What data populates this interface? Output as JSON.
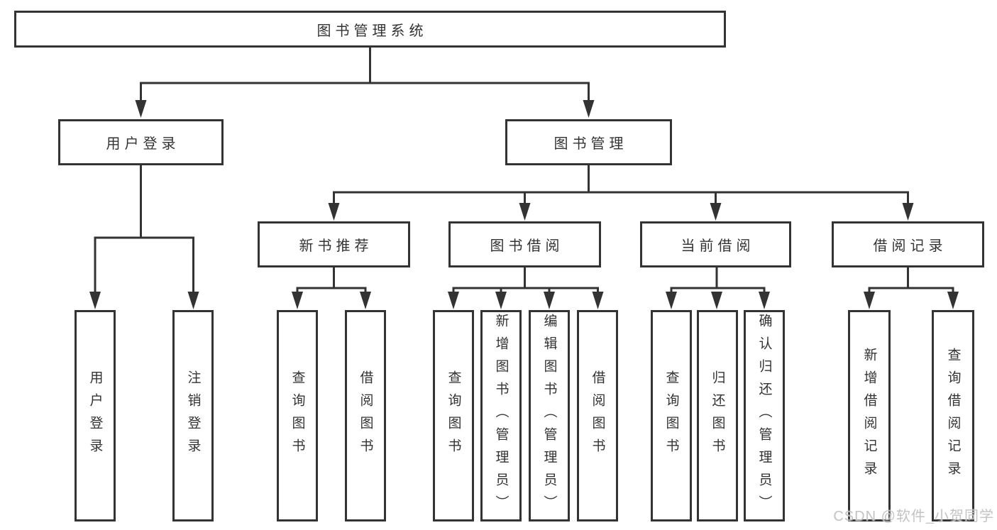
{
  "nodes": {
    "root": "图书管理系统",
    "user_login": "用户登录",
    "book_management": "图书管理",
    "new_book_recommend": "新书推荐",
    "book_borrow": "图书借阅",
    "current_borrow": "当前借阅",
    "borrow_records": "借阅记录",
    "leaves": {
      "user_login": [
        "用户登录",
        "注销登录"
      ],
      "new_book_recommend": [
        "查询图书",
        "借阅图书"
      ],
      "book_borrow": [
        "查询图书",
        "新增图书（管理员）",
        "编辑图书（管理员）",
        "借阅图书"
      ],
      "current_borrow": [
        "查询图书",
        "归还图书",
        "确认归还（管理员）"
      ],
      "borrow_records": [
        "新增借阅记录",
        "查询借阅记录"
      ]
    }
  },
  "watermark": "CSDN @软件_小贺同学",
  "colors": {
    "line": "#333333",
    "text": "#333333",
    "box_background": "#ffffff",
    "watermark": "#c0c0c0",
    "background": "#ffffff"
  }
}
